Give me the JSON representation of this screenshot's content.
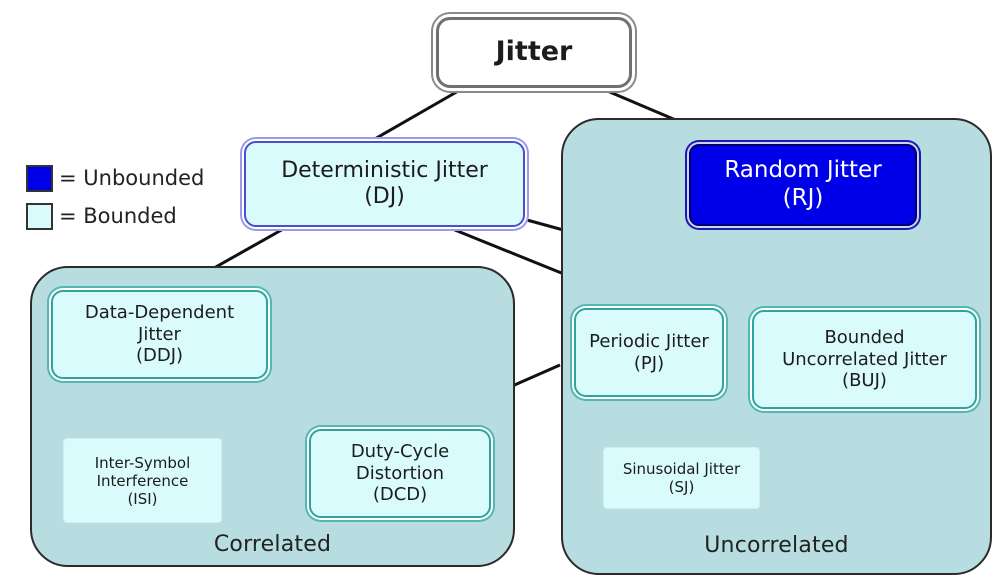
{
  "legend": {
    "items": [
      {
        "label": "= Unbounded",
        "color": "#0000e8"
      },
      {
        "label": "= Bounded",
        "color": "#d9fbfc"
      }
    ]
  },
  "groups": {
    "correlated": {
      "label": "Correlated"
    },
    "uncorrelated": {
      "label": "Uncorrelated"
    }
  },
  "nodes": {
    "jitter": {
      "lines": [
        "Jitter"
      ]
    },
    "dj": {
      "lines": [
        "Deterministic Jitter",
        "(DJ)"
      ]
    },
    "rj": {
      "lines": [
        "Random Jitter",
        "(RJ)"
      ]
    },
    "ddj": {
      "lines": [
        "Data-Dependent",
        "Jitter",
        "(DDJ)"
      ]
    },
    "pj": {
      "lines": [
        "Periodic Jitter",
        "(PJ)"
      ]
    },
    "buj": {
      "lines": [
        "Bounded",
        "Uncorrelated Jitter",
        "(BUJ)"
      ]
    },
    "isi": {
      "lines": [
        "Inter-Symbol",
        "Interference",
        "(ISI)"
      ]
    },
    "dcd": {
      "lines": [
        "Duty-Cycle",
        "Distortion",
        "(DCD)"
      ]
    },
    "sj": {
      "lines": [
        "Sinusoidal Jitter",
        "(SJ)"
      ]
    }
  },
  "colors": {
    "unbounded": "#0000e8",
    "bounded": "#d9fbfc",
    "group_fill": "#b8dde0",
    "edge": "#111111"
  }
}
